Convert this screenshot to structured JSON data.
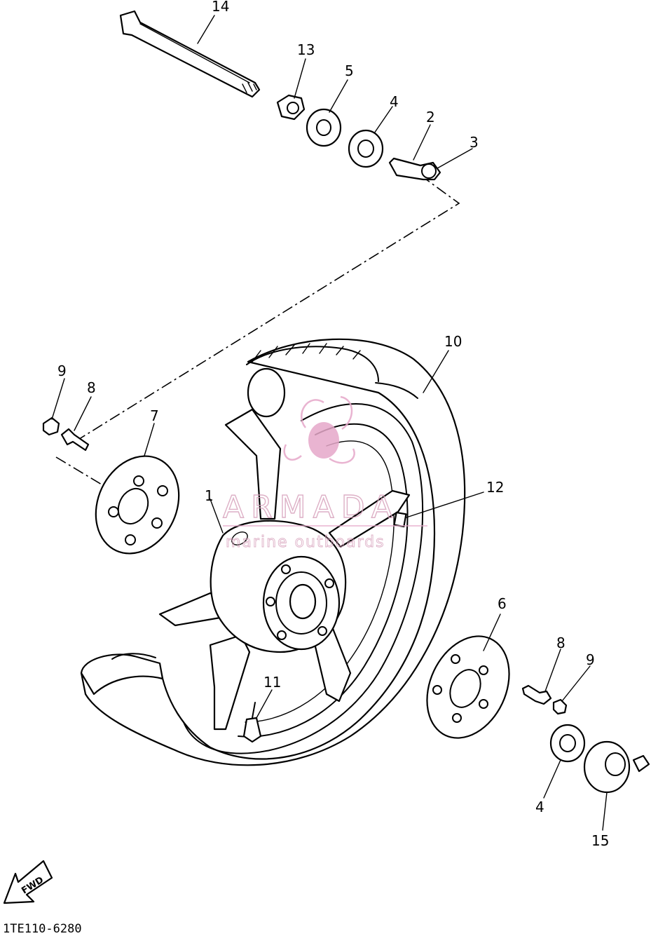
{
  "diagram": {
    "part_code": "1TE110-6280",
    "direction_label": "FWD",
    "watermark": {
      "title": "ARMADA",
      "subtitle": "marine outboards"
    },
    "callouts": [
      {
        "id": "1",
        "label": "1"
      },
      {
        "id": "2",
        "label": "2"
      },
      {
        "id": "3",
        "label": "3"
      },
      {
        "id": "4a",
        "label": "4"
      },
      {
        "id": "4b",
        "label": "4"
      },
      {
        "id": "5",
        "label": "5"
      },
      {
        "id": "6",
        "label": "6"
      },
      {
        "id": "7",
        "label": "7"
      },
      {
        "id": "8a",
        "label": "8"
      },
      {
        "id": "8b",
        "label": "8"
      },
      {
        "id": "9a",
        "label": "9"
      },
      {
        "id": "9b",
        "label": "9"
      },
      {
        "id": "10",
        "label": "10"
      },
      {
        "id": "11",
        "label": "11"
      },
      {
        "id": "12",
        "label": "12"
      },
      {
        "id": "13",
        "label": "13"
      },
      {
        "id": "14",
        "label": "14"
      },
      {
        "id": "15",
        "label": "15"
      }
    ],
    "colors": {
      "line": "#000000",
      "background": "#ffffff",
      "watermark": "#e6a8c9"
    }
  }
}
